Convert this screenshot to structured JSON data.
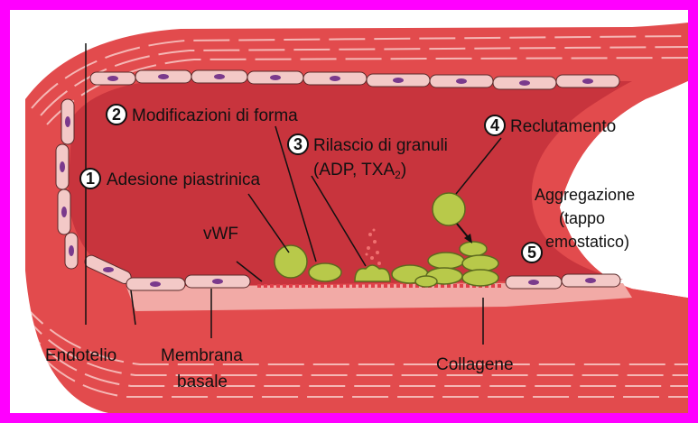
{
  "colors": {
    "frame": "#ff00ff",
    "lumen": "#c8343d",
    "vessel_wall": "#e24b4d",
    "wall_stripe": "#f5b7b5",
    "endothelium_cell": "#f3c9c7",
    "nucleus": "#7a3a8c",
    "platelet": "#b8c94a",
    "basal_lamina": "#e0404a"
  },
  "labels": {
    "step1": {
      "number": "1",
      "text": "Adesione piastrinica"
    },
    "step2": {
      "number": "2",
      "text": "Modificazioni di forma"
    },
    "step3": {
      "number": "3",
      "line1": "Rilascio di granuli",
      "line2_pre": "(ADP, TXA",
      "line2_sub": "2",
      "line2_post": ")"
    },
    "step4": {
      "number": "4",
      "text": "Reclutamento"
    },
    "step5": {
      "number": "5",
      "line1": "Aggregazione",
      "line2": "(tappo",
      "line3": "emostatico)"
    },
    "vwf": "vWF",
    "endotelio": "Endotelio",
    "membrana_line1": "Membrana",
    "membrana_line2": "basale",
    "collagene": "Collagene"
  }
}
